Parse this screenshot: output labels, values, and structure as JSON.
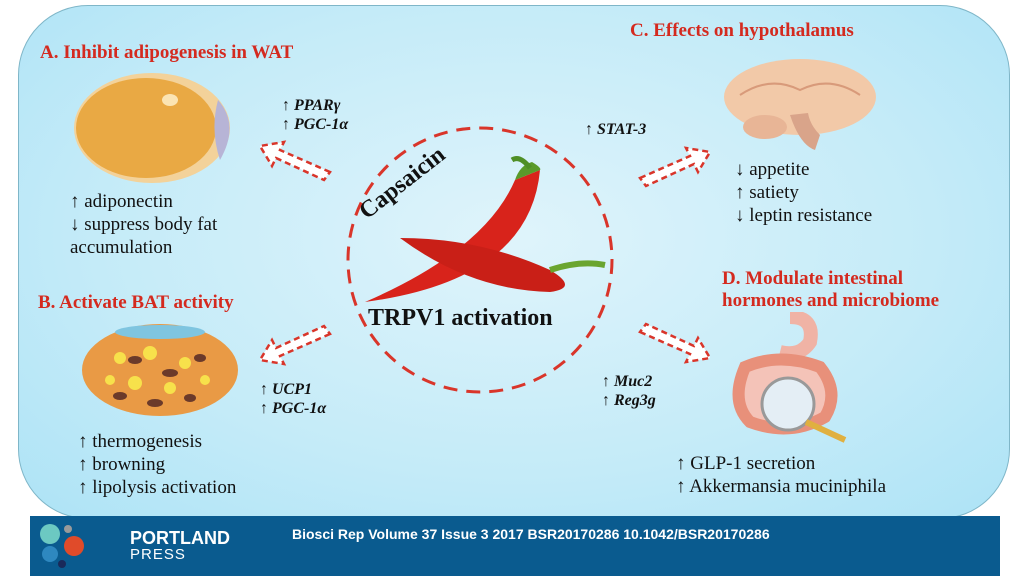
{
  "center": {
    "title": "Capsaicin",
    "subtitle": "TRPV1 activation"
  },
  "sections": {
    "a": {
      "heading": "A. Inhibit adipogenesis in WAT",
      "genes": [
        "↑ PPARγ",
        "↑ PGC-1α"
      ],
      "effects": [
        "↑ adiponectin",
        "↓ suppress body fat",
        "accumulation"
      ]
    },
    "b": {
      "heading": "B. Activate BAT activity",
      "genes": [
        "↑ UCP1",
        "↑ PGC-1α"
      ],
      "effects": [
        "↑ thermogenesis",
        "↑ browning",
        "↑ lipolysis activation"
      ]
    },
    "c": {
      "heading": "C. Effects on hypothalamus",
      "genes": [
        "↑ STAT-3"
      ],
      "effects": [
        "↓ appetite",
        "↑ satiety",
        "↓ leptin resistance"
      ]
    },
    "d": {
      "heading_lines": [
        "D. Modulate intestinal",
        "hormones and microbiome"
      ],
      "genes": [
        "↑ Muc2",
        "↑ Reg3g"
      ],
      "effects": [
        "↑ GLP-1 secretion",
        "↑ Akkermansia muciniphila"
      ]
    }
  },
  "footer": {
    "logo_top": "PORTLAND",
    "logo_bottom": "PRESS",
    "citation": "Biosci Rep Volume 37 Issue 3 2017 BSR20170286  10.1042/BSR20170286"
  },
  "colors": {
    "accent": "#d42a1f",
    "footer": "#0a5b8f"
  }
}
